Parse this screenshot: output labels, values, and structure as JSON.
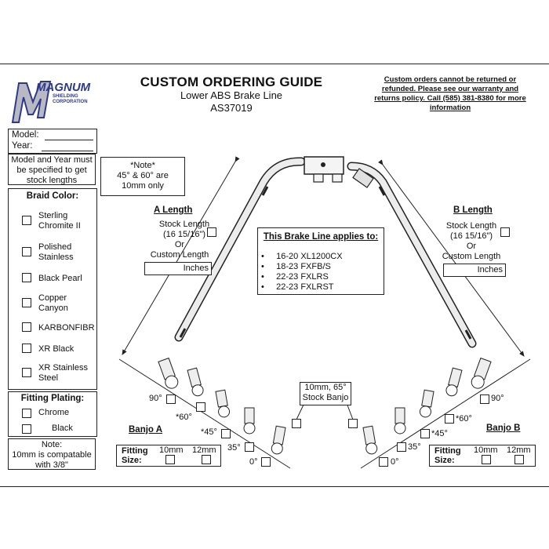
{
  "header": {
    "title": "CUSTOM ORDERING GUIDE",
    "subtitle": "Lower ABS Brake Line",
    "part_number": "AS37019",
    "notice": "Custom orders cannot be returned or refunded. Please see our warranty and returns policy. Call (585) 381-8380 for more information"
  },
  "logo": {
    "brand": "MAGNUM",
    "line1": "SHIELDING",
    "line2": "CORPORATION",
    "colors": {
      "blue": "#2d3a8c",
      "silver": "#b9b9c4"
    }
  },
  "vehicle": {
    "model_label": "Model:",
    "year_label": "Year:",
    "model_value": "",
    "year_value": "",
    "note": "Model and Year must be specified to get stock lengths"
  },
  "angle_note": {
    "line1": "*Note*",
    "line2": "45° & 60° are",
    "line3": "10mm only"
  },
  "braid_color": {
    "heading": "Braid Color:",
    "options": [
      {
        "line1": "Sterling",
        "line2": "Chromite II"
      },
      {
        "line1": "Polished",
        "line2": "Stainless"
      },
      {
        "line1": "Black Pearl",
        "line2": ""
      },
      {
        "line1": "Copper",
        "line2": "Canyon"
      },
      {
        "line1": "KARBONFIBR",
        "line2": ""
      },
      {
        "line1": "XR Black",
        "line2": ""
      },
      {
        "line1": "XR Stainless",
        "line2": "Steel"
      }
    ]
  },
  "fitting_plating": {
    "heading": "Fitting Plating:",
    "options": [
      "Chrome",
      "Black"
    ]
  },
  "bottom_note": {
    "line1": "Note:",
    "line2": "10mm is compatable",
    "line3": "with 3/8\""
  },
  "a_length": {
    "heading": "A Length",
    "stock_line1": "Stock Length",
    "stock_line2": "(16 15/16\")",
    "or": "Or",
    "custom": "Custom Length",
    "unit": "Inches"
  },
  "b_length": {
    "heading": "B Length",
    "stock_line1": "Stock Length",
    "stock_line2": "(16 15/16\")",
    "or": "Or",
    "custom": "Custom Length",
    "unit": "Inches"
  },
  "applies": {
    "heading": "This Brake Line applies to:",
    "models": [
      "16-20 XL1200CX",
      "18-23 FXFB/S",
      "22-23 FXLRS",
      "22-23 FXLRST"
    ]
  },
  "stock_banjo": {
    "line1": "10mm, 65°",
    "line2": "Stock Banjo"
  },
  "banjo_a": {
    "label": "Banjo A",
    "angles": [
      "90°",
      "*60°",
      "*45°",
      "35°",
      "0°"
    ]
  },
  "banjo_b": {
    "label": "Banjo B",
    "angles": [
      "90°",
      "*60°",
      "*45°",
      "35°",
      "0°"
    ]
  },
  "fitting_size": {
    "label_line1": "Fitting",
    "label_line2": "Size:",
    "opt1": "10mm",
    "opt2": "12mm"
  }
}
